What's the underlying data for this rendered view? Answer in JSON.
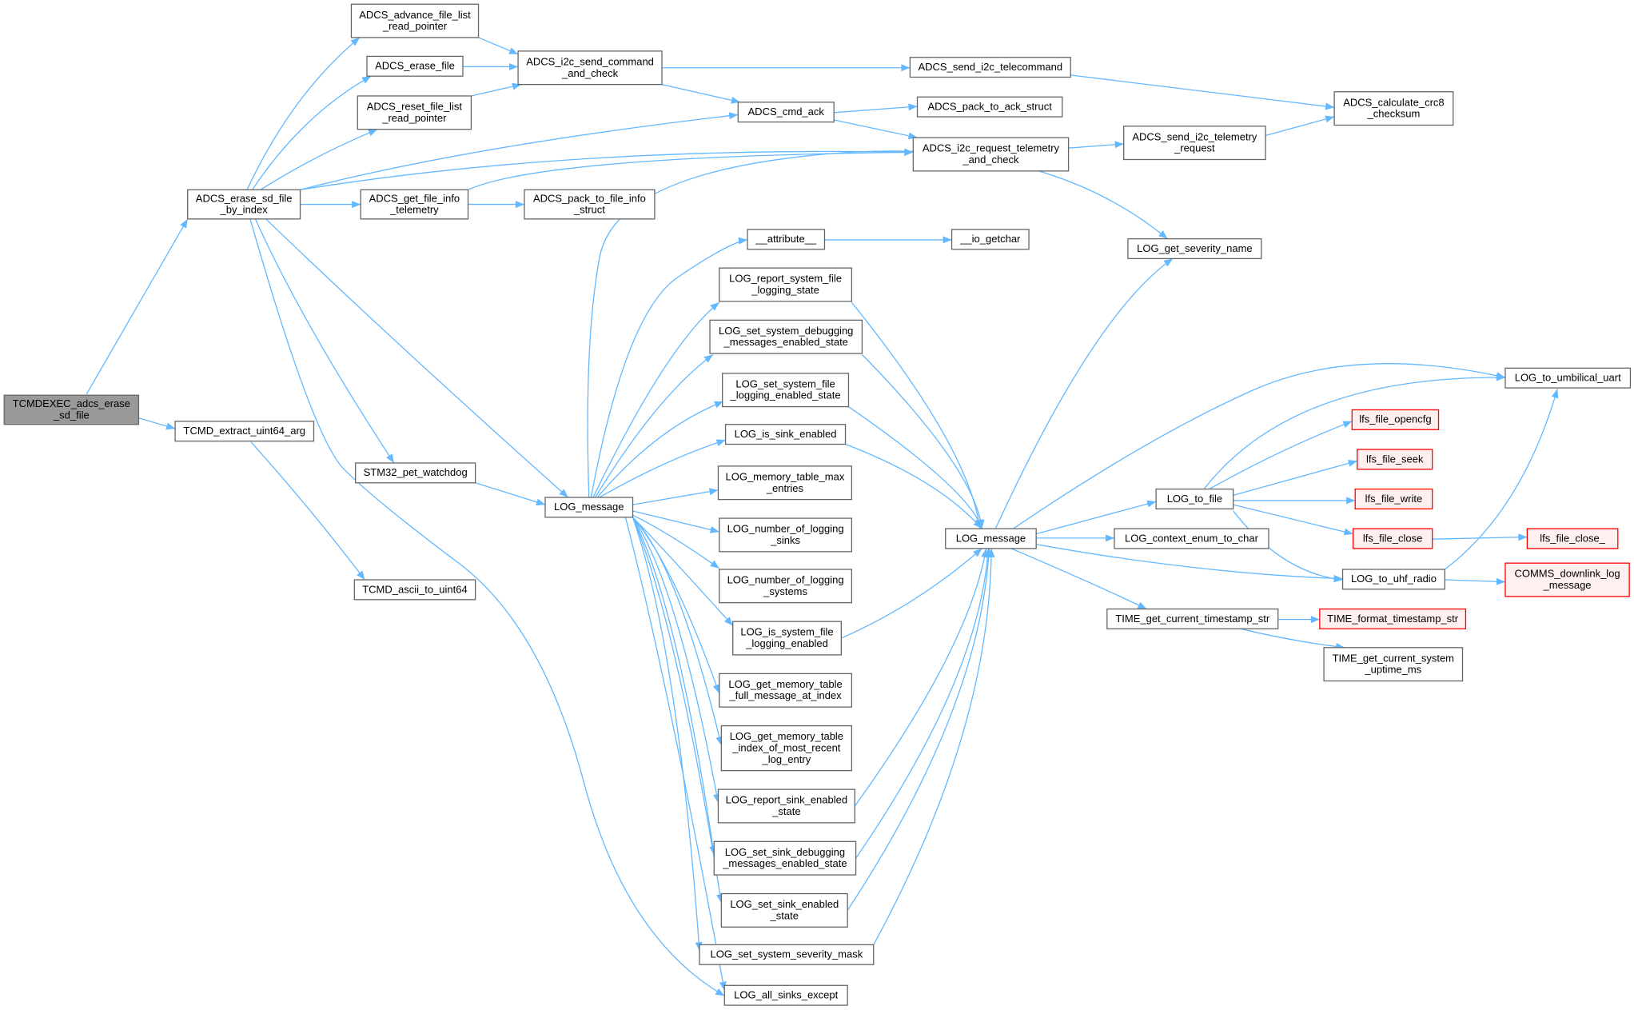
{
  "colors": {
    "edge": "#63b8ff",
    "node_border": "#666666",
    "root_fill": "#999999",
    "truncated_border": "#ff0000",
    "truncated_fill": "#fff0f0"
  },
  "nodes": [
    {
      "id": "root",
      "lines": [
        "TCMDEXEC_adcs_erase",
        "_sd_file"
      ],
      "style": "root"
    },
    {
      "id": "erase_sd",
      "lines": [
        "ADCS_erase_sd_file",
        "_by_index"
      ]
    },
    {
      "id": "extract",
      "lines": [
        "TCMD_extract_uint64_arg"
      ]
    },
    {
      "id": "ascii",
      "lines": [
        "TCMD_ascii_to_uint64"
      ]
    },
    {
      "id": "adv",
      "lines": [
        "ADCS_advance_file_list",
        "_read_pointer"
      ]
    },
    {
      "id": "erase_file",
      "lines": [
        "ADCS_erase_file"
      ]
    },
    {
      "id": "reset",
      "lines": [
        "ADCS_reset_file_list",
        "_read_pointer"
      ]
    },
    {
      "id": "get_file_info",
      "lines": [
        "ADCS_get_file_info",
        "_telemetry"
      ]
    },
    {
      "id": "stm32",
      "lines": [
        "STM32_pet_watchdog"
      ]
    },
    {
      "id": "send_cmd",
      "lines": [
        "ADCS_i2c_send_command",
        "_and_check"
      ]
    },
    {
      "id": "cmd_ack",
      "lines": [
        "ADCS_cmd_ack"
      ]
    },
    {
      "id": "send_telecmd",
      "lines": [
        "ADCS_send_i2c_telecommand"
      ]
    },
    {
      "id": "pack_ack",
      "lines": [
        "ADCS_pack_to_ack_struct"
      ]
    },
    {
      "id": "req_tlm",
      "lines": [
        "ADCS_i2c_request_telemetry",
        "_and_check"
      ]
    },
    {
      "id": "send_tlm_req",
      "lines": [
        "ADCS_send_i2c_telemetry",
        "_request"
      ]
    },
    {
      "id": "crc8",
      "lines": [
        "ADCS_calculate_crc8",
        "_checksum"
      ]
    },
    {
      "id": "pack_file",
      "lines": [
        "ADCS_pack_to_file_info",
        "_struct"
      ]
    },
    {
      "id": "log_msg1",
      "lines": [
        "LOG_message"
      ]
    },
    {
      "id": "attr",
      "lines": [
        "__attribute__"
      ]
    },
    {
      "id": "getchar",
      "lines": [
        "__io_getchar"
      ]
    },
    {
      "id": "report_file",
      "lines": [
        "LOG_report_system_file",
        "_logging_state"
      ]
    },
    {
      "id": "set_dbg",
      "lines": [
        "LOG_set_system_debugging",
        "_messages_enabled_state"
      ]
    },
    {
      "id": "set_file",
      "lines": [
        "LOG_set_system_file",
        "_logging_enabled_state"
      ]
    },
    {
      "id": "is_sink",
      "lines": [
        "LOG_is_sink_enabled"
      ]
    },
    {
      "id": "mem_max",
      "lines": [
        "LOG_memory_table_max",
        "_entries"
      ]
    },
    {
      "id": "num_sinks",
      "lines": [
        "LOG_number_of_logging",
        "_sinks"
      ]
    },
    {
      "id": "num_sys",
      "lines": [
        "LOG_number_of_logging",
        "_systems"
      ]
    },
    {
      "id": "is_sys_file",
      "lines": [
        "LOG_is_system_file",
        "_logging_enabled"
      ]
    },
    {
      "id": "mem_full",
      "lines": [
        "LOG_get_memory_table",
        "_full_message_at_index"
      ]
    },
    {
      "id": "mem_recent",
      "lines": [
        "LOG_get_memory_table",
        "_index_of_most_recent",
        "_log_entry"
      ]
    },
    {
      "id": "report_sink",
      "lines": [
        "LOG_report_sink_enabled",
        "_state"
      ]
    },
    {
      "id": "set_sink_dbg",
      "lines": [
        "LOG_set_sink_debugging",
        "_messages_enabled_state"
      ]
    },
    {
      "id": "set_sink_en",
      "lines": [
        "LOG_set_sink_enabled",
        "_state"
      ]
    },
    {
      "id": "sev_mask",
      "lines": [
        "LOG_set_system_severity_mask"
      ]
    },
    {
      "id": "all_except",
      "lines": [
        "LOG_all_sinks_except"
      ]
    },
    {
      "id": "log_msg2",
      "lines": [
        "LOG_message"
      ]
    },
    {
      "id": "sev_name",
      "lines": [
        "LOG_get_severity_name"
      ]
    },
    {
      "id": "to_file",
      "lines": [
        "LOG_to_file"
      ]
    },
    {
      "id": "ctx_enum",
      "lines": [
        "LOG_context_enum_to_char"
      ]
    },
    {
      "id": "ts_str",
      "lines": [
        "TIME_get_current_timestamp_str"
      ]
    },
    {
      "id": "umb",
      "lines": [
        "LOG_to_umbilical_uart"
      ]
    },
    {
      "id": "opencfg",
      "lines": [
        "lfs_file_opencfg"
      ],
      "style": "red"
    },
    {
      "id": "seek",
      "lines": [
        "lfs_file_seek"
      ],
      "style": "red"
    },
    {
      "id": "write",
      "lines": [
        "lfs_file_write"
      ],
      "style": "red"
    },
    {
      "id": "close",
      "lines": [
        "lfs_file_close"
      ],
      "style": "red"
    },
    {
      "id": "close_",
      "lines": [
        "lfs_file_close_"
      ],
      "style": "red"
    },
    {
      "id": "uhf",
      "lines": [
        "LOG_to_uhf_radio"
      ]
    },
    {
      "id": "comms",
      "lines": [
        "COMMS_downlink_log",
        "_message"
      ],
      "style": "red"
    },
    {
      "id": "fmt_ts",
      "lines": [
        "TIME_format_timestamp_str"
      ],
      "style": "red"
    },
    {
      "id": "uptime",
      "lines": [
        "TIME_get_current_system",
        "_uptime_ms"
      ]
    }
  ],
  "edges": [
    [
      "root",
      "erase_sd"
    ],
    [
      "root",
      "extract"
    ],
    [
      "extract",
      "ascii"
    ],
    [
      "erase_sd",
      "adv"
    ],
    [
      "erase_sd",
      "erase_file"
    ],
    [
      "erase_sd",
      "reset"
    ],
    [
      "erase_sd",
      "cmd_ack"
    ],
    [
      "erase_sd",
      "req_tlm"
    ],
    [
      "erase_sd",
      "get_file_info"
    ],
    [
      "erase_sd",
      "log_msg1"
    ],
    [
      "erase_sd",
      "stm32"
    ],
    [
      "erase_sd",
      "all_except"
    ],
    [
      "adv",
      "send_cmd"
    ],
    [
      "erase_file",
      "send_cmd"
    ],
    [
      "reset",
      "send_cmd"
    ],
    [
      "send_cmd",
      "send_telecmd"
    ],
    [
      "send_cmd",
      "cmd_ack"
    ],
    [
      "send_telecmd",
      "crc8"
    ],
    [
      "cmd_ack",
      "pack_ack"
    ],
    [
      "cmd_ack",
      "req_tlm"
    ],
    [
      "req_tlm",
      "send_tlm_req"
    ],
    [
      "send_tlm_req",
      "crc8"
    ],
    [
      "get_file_info",
      "req_tlm"
    ],
    [
      "get_file_info",
      "pack_file"
    ],
    [
      "stm32",
      "log_msg1"
    ],
    [
      "log_msg1",
      "sev_name"
    ],
    [
      "log_msg1",
      "attr"
    ],
    [
      "log_msg1",
      "report_file"
    ],
    [
      "log_msg1",
      "set_dbg"
    ],
    [
      "log_msg1",
      "set_file"
    ],
    [
      "log_msg1",
      "is_sink"
    ],
    [
      "log_msg1",
      "mem_max"
    ],
    [
      "log_msg1",
      "num_sinks"
    ],
    [
      "log_msg1",
      "num_sys"
    ],
    [
      "log_msg1",
      "is_sys_file"
    ],
    [
      "log_msg1",
      "mem_full"
    ],
    [
      "log_msg1",
      "mem_recent"
    ],
    [
      "log_msg1",
      "report_sink"
    ],
    [
      "log_msg1",
      "set_sink_dbg"
    ],
    [
      "log_msg1",
      "set_sink_en"
    ],
    [
      "log_msg1",
      "sev_mask"
    ],
    [
      "log_msg1",
      "all_except"
    ],
    [
      "attr",
      "getchar"
    ],
    [
      "report_file",
      "log_msg2"
    ],
    [
      "set_dbg",
      "log_msg2"
    ],
    [
      "set_file",
      "log_msg2"
    ],
    [
      "is_sink",
      "log_msg2"
    ],
    [
      "is_sys_file",
      "log_msg2"
    ],
    [
      "report_sink",
      "log_msg2"
    ],
    [
      "set_sink_dbg",
      "log_msg2"
    ],
    [
      "set_sink_en",
      "log_msg2"
    ],
    [
      "sev_mask",
      "log_msg2"
    ],
    [
      "log_msg2",
      "sev_name"
    ],
    [
      "log_msg2",
      "umb"
    ],
    [
      "log_msg2",
      "to_file"
    ],
    [
      "log_msg2",
      "ctx_enum"
    ],
    [
      "log_msg2",
      "uhf"
    ],
    [
      "log_msg2",
      "ts_str"
    ],
    [
      "to_file",
      "umb"
    ],
    [
      "to_file",
      "opencfg"
    ],
    [
      "to_file",
      "seek"
    ],
    [
      "to_file",
      "write"
    ],
    [
      "to_file",
      "close"
    ],
    [
      "to_file",
      "uhf"
    ],
    [
      "close",
      "close_"
    ],
    [
      "uhf",
      "umb"
    ],
    [
      "uhf",
      "comms"
    ],
    [
      "ts_str",
      "fmt_ts"
    ],
    [
      "ts_str",
      "uptime"
    ]
  ]
}
